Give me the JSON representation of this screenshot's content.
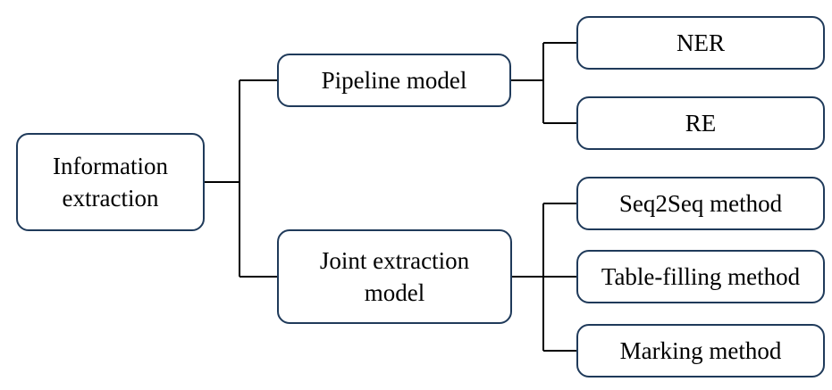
{
  "root": {
    "line1": "Information",
    "line2": "extraction"
  },
  "branches": {
    "pipeline": {
      "label": "Pipeline model",
      "children": [
        "NER",
        "RE"
      ]
    },
    "joint": {
      "line1": "Joint extraction",
      "line2": "model",
      "children": [
        "Seq2Seq method",
        "Table-filling method",
        "Marking method"
      ]
    }
  }
}
